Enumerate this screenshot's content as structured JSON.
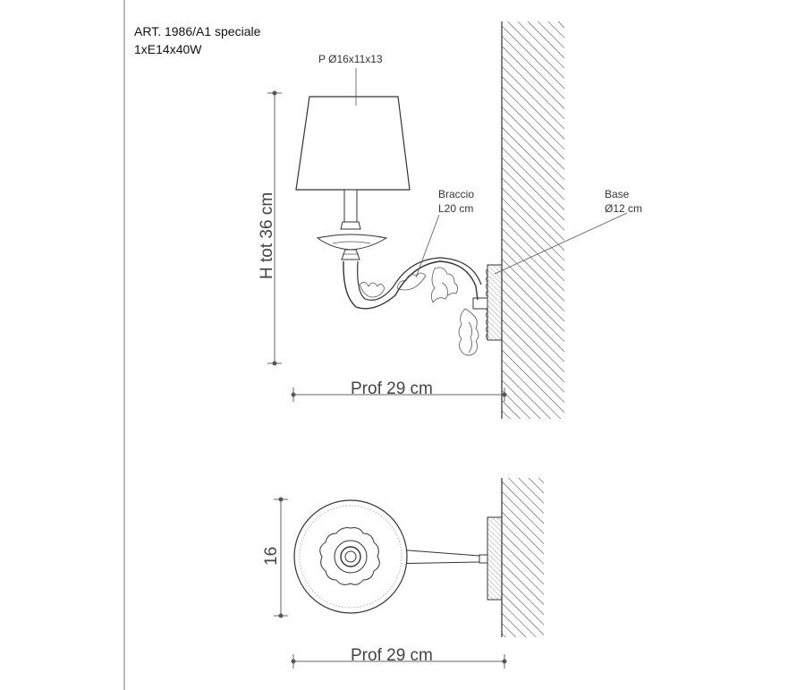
{
  "header": {
    "article": "ART. 1986/A1 speciale",
    "bulb": "1xE14x40W"
  },
  "labels": {
    "shade": "P Ø16x11x13",
    "arm_title": "Braccio",
    "arm_length": "L20 cm",
    "base_title": "Base",
    "base_diameter": "Ø12 cm",
    "height": "H tot 36 cm",
    "depth_side": "Prof 29 cm",
    "width_top": "16",
    "depth_top": "Prof 29 cm"
  },
  "colors": {
    "line": "#333333",
    "hatch": "#444444",
    "text": "#333333"
  }
}
